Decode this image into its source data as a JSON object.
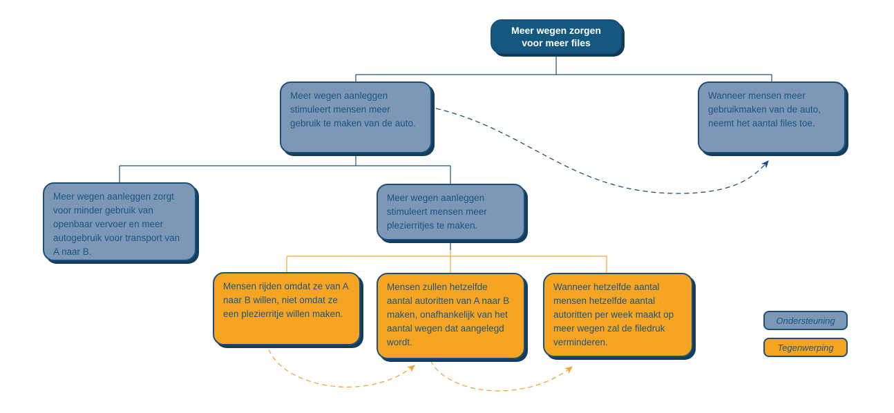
{
  "diagram": {
    "type": "argument-map",
    "nodes": {
      "root": {
        "text": "Meer wegen zorgen voor meer files",
        "role": "thesis"
      },
      "n1": {
        "text": "Meer wegen aanleggen stimuleert mensen meer gebruik te maken van de auto.",
        "role": "support"
      },
      "n2": {
        "text": "Wanneer mensen meer gebruikmaken van de auto, neemt het aantal files toe.",
        "role": "support"
      },
      "n3": {
        "text": "Meer wegen aanleggen zorgt voor minder gebruik van openbaar vervoer en meer autogebruik voor transport van A naar B.",
        "role": "support"
      },
      "n4": {
        "text": "Meer wegen aanleggen stimuleert mensen meer plezierritjes te maken.",
        "role": "support"
      },
      "n5": {
        "text": "Mensen rijden omdat ze van A naar B willen, niet omdat ze een plezierritje willen maken.",
        "role": "objection"
      },
      "n6": {
        "text": "Mensen zullen hetzelfde aantal autoritten van A naar B maken, onafhankelijk van het aantal wegen dat aangelegd wordt.",
        "role": "objection"
      },
      "n7": {
        "text": "Wanneer hetzelfde aantal mensen hetzelfde aantal autoritten per week maakt op meer wegen zal de filedruk verminderen.",
        "role": "objection"
      }
    },
    "edges": {
      "tree": [
        {
          "from": "root",
          "to": "n1"
        },
        {
          "from": "root",
          "to": "n2"
        },
        {
          "from": "n1",
          "to": "n3"
        },
        {
          "from": "n1",
          "to": "n4"
        },
        {
          "from": "n4",
          "to": "n5"
        },
        {
          "from": "n4",
          "to": "n6"
        },
        {
          "from": "n4",
          "to": "n7"
        }
      ],
      "dashed_arrows": [
        {
          "from": "n1",
          "to": "n2",
          "color": "navy"
        },
        {
          "from": "n5",
          "to": "n6",
          "color": "orange"
        },
        {
          "from": "n6",
          "to": "n7",
          "color": "orange"
        }
      ]
    },
    "legend": {
      "support": "Ondersteuning",
      "objection": "Tegenwerping"
    },
    "colors": {
      "thesis_fill": "#15587f",
      "support_fill": "#7d97b6",
      "objection_fill": "#f6a522",
      "border": "#1d4e77",
      "shadow": "#123d5e",
      "text_dark": "#1c5580",
      "text_light": "#ffffff",
      "tree_line_navy": "#1d4e77",
      "tree_line_orange": "#f0a53a"
    }
  }
}
